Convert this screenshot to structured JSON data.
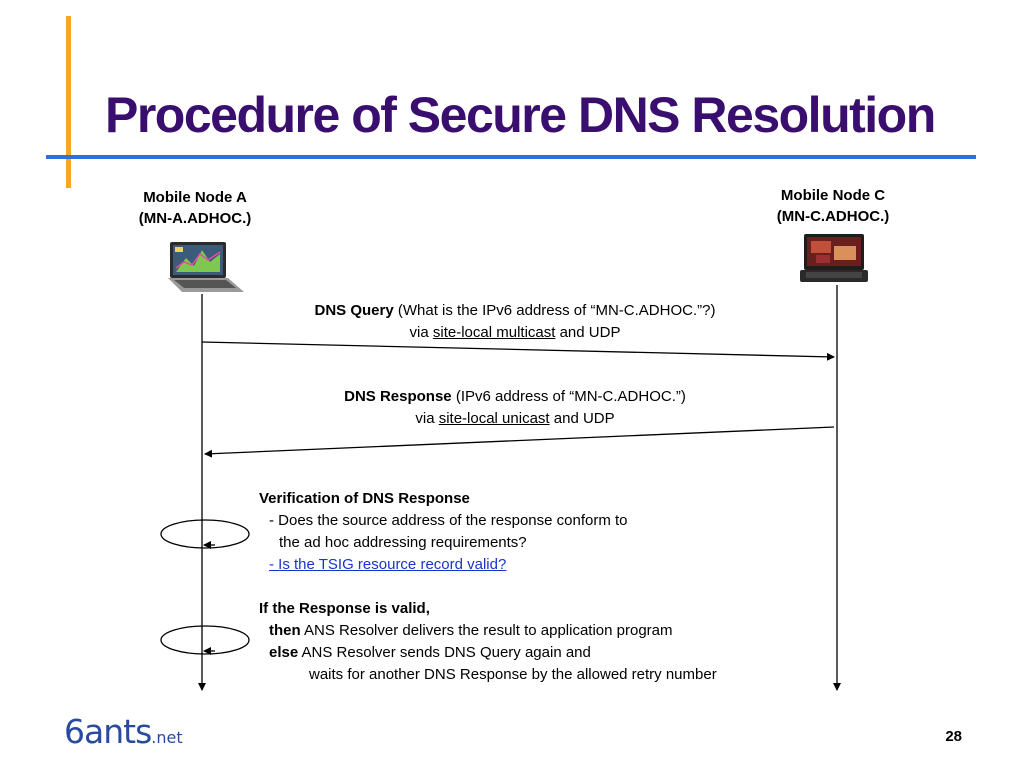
{
  "slide": {
    "title": "Procedure of Secure DNS Resolution",
    "page_number": "28",
    "logo": {
      "main": "6ants",
      "suffix": ".net"
    }
  },
  "nodes": {
    "a": {
      "line1": "Mobile Node A",
      "line2": "(MN-A.ADHOC.)",
      "icon": "laptop-icon"
    },
    "c": {
      "line1": "Mobile Node C",
      "line2": "(MN-C.ADHOC.)",
      "icon": "laptop-icon"
    }
  },
  "messages": {
    "query": {
      "bold": "DNS Query",
      "rest": " (What is the IPv6 address of  “MN-C.ADHOC.”?)",
      "via": "via ",
      "method": "site-local multicast",
      "tail": " and UDP"
    },
    "response": {
      "bold": "DNS Response",
      "rest": " (IPv6 address of “MN-C.ADHOC.”)",
      "via": "via ",
      "method": "site-local unicast",
      "tail": " and UDP"
    }
  },
  "verification": {
    "heading": "Verification of DNS Response",
    "check1_line1": "- Does the source address of the response conform to",
    "check1_line2": "the ad hoc addressing requirements?",
    "check2": "- Is the TSIG resource record valid?"
  },
  "decision": {
    "heading": "If the Response is valid,",
    "then_kw": "then",
    "then_text": " ANS Resolver delivers the result to application program",
    "else_kw": "else",
    "else_text": " ANS Resolver sends DNS Query again and",
    "else_cont": "waits for another DNS Response by the allowed retry number"
  },
  "colors": {
    "title": "#3a0e6e",
    "accent_orange": "#f5a623",
    "accent_blue": "#2f6fe0",
    "link": "#1a33cc"
  }
}
